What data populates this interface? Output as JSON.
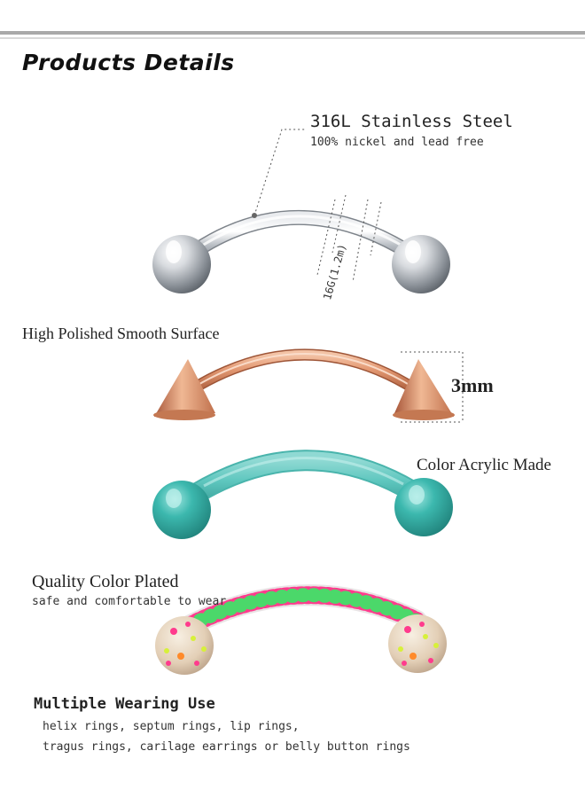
{
  "header": {
    "title": "Products Details"
  },
  "steel": {
    "title": "316L Stainless Steel",
    "subtitle": "100% nickel and lead free",
    "gauge": "16G(1.2m)"
  },
  "spike": {
    "feature": "High Polished Smooth Surface",
    "size": "3mm"
  },
  "acrylic": {
    "feature": "Color Acrylic Made"
  },
  "plated": {
    "title": "Quality Color Plated",
    "subtitle": "safe and comfortable to wear"
  },
  "wearing": {
    "title": "Multiple Wearing Use",
    "line1": "helix rings, septum rings, lip rings,",
    "line2": "tragus rings, carilage earrings or belly button rings"
  },
  "colors": {
    "steel": "#c9cdd2",
    "rose_gold": "#d8906e",
    "turquoise": "#3fbab0",
    "divider": "#a9a9a9"
  }
}
